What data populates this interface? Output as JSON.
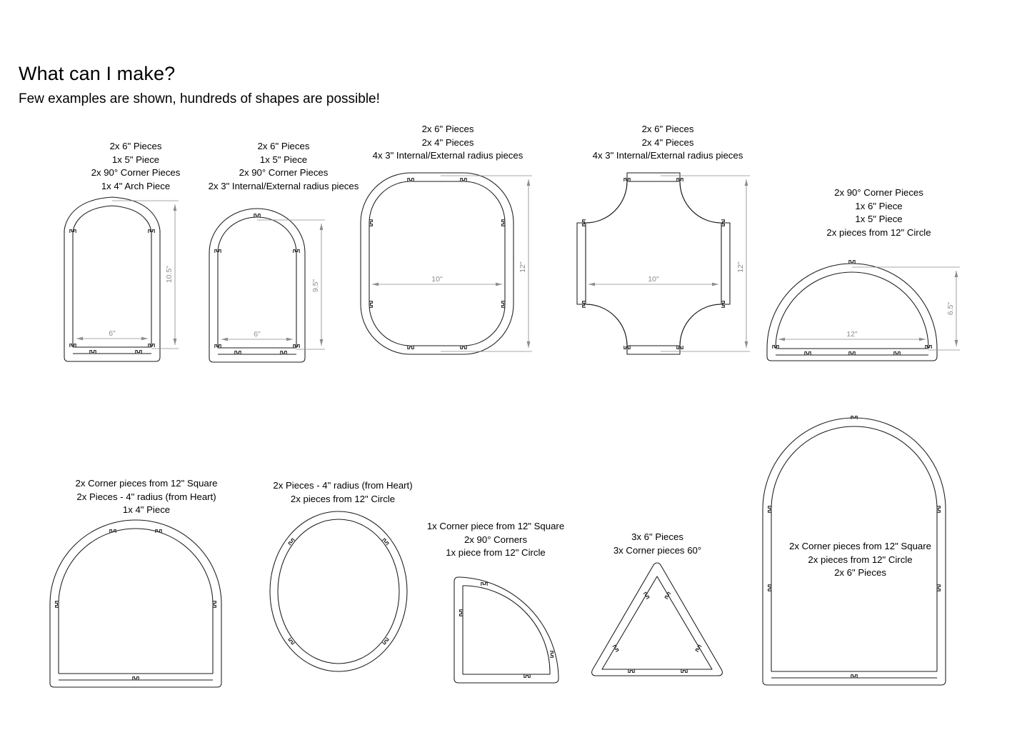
{
  "header": {
    "title": "What can I make?",
    "subtitle": "Few examples are shown, hundreds of shapes are possible!"
  },
  "figures": [
    {
      "id": "gothic-arch",
      "caption": [
        "2x 6\" Pieces",
        "1x 5\" Piece",
        "2x 90° Corner Pieces",
        "1x 4\" Arch Piece"
      ],
      "dim_width": "6\"",
      "dim_height": "10.5\""
    },
    {
      "id": "round-arch",
      "caption": [
        "2x 6\" Pieces",
        "1x 5\" Piece",
        "2x 90° Corner Pieces",
        "2x 3\" Internal/External radius pieces"
      ],
      "dim_width": "6\"",
      "dim_height": "9.5\""
    },
    {
      "id": "rounded-rectangle",
      "caption": [
        "2x 6\" Pieces",
        "2x 4\" Pieces",
        "4x 3\" Internal/External radius pieces"
      ],
      "dim_width": "10\"",
      "dim_height": "12\""
    },
    {
      "id": "concave-star",
      "caption": [
        "2x 6\" Pieces",
        "2x 4\" Pieces",
        "4x 3\" Internal/External radius pieces"
      ],
      "dim_width": "10\"",
      "dim_height": "12\""
    },
    {
      "id": "semicircle-dome",
      "caption": [
        "2x 90° Corner Pieces",
        "1x 6\" Piece",
        "1x 5\" Piece",
        "2x pieces from 12\" Circle"
      ],
      "dim_width": "12\"",
      "dim_height": "6.5\""
    },
    {
      "id": "wide-arch",
      "caption": [
        "2x Corner pieces from 12\" Square",
        "2x Pieces - 4\" radius (from Heart)",
        "1x 4\" Piece"
      ],
      "dim_width": "",
      "dim_height": ""
    },
    {
      "id": "oval",
      "caption": [
        "2x Pieces - 4\" radius (from Heart)",
        "2x pieces from 12\" Circle"
      ],
      "dim_width": "",
      "dim_height": ""
    },
    {
      "id": "quarter-circle",
      "caption": [
        "1x Corner piece from 12\" Square",
        "2x 90° Corners",
        "1x piece from 12\" Circle"
      ],
      "dim_width": "",
      "dim_height": ""
    },
    {
      "id": "triangle",
      "caption": [
        "3x 6\" Pieces",
        "3x Corner pieces 60°"
      ],
      "dim_width": "",
      "dim_height": ""
    },
    {
      "id": "tall-arch",
      "caption": [
        "2x Corner pieces from 12\" Square",
        "2x pieces from 12\" Circle",
        "2x 6\" Pieces"
      ],
      "dim_width": "",
      "dim_height": ""
    }
  ],
  "colors": {
    "outline": "#1a1a1a",
    "dimension": "#8c8c8c",
    "text": "#000000",
    "background": "#ffffff"
  }
}
